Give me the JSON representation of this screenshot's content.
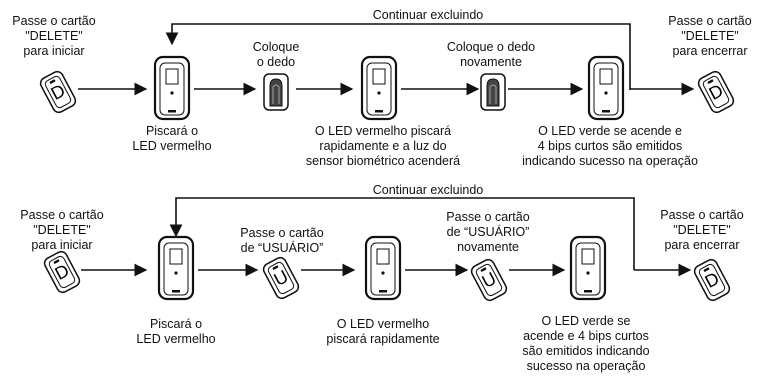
{
  "row1": {
    "loop_label": "Continuar excluindo",
    "start": [
      "Passe o cartão",
      "\"DELETE\"",
      "para iniciar"
    ],
    "place_finger": [
      "Coloque",
      "o dedo"
    ],
    "place_finger_again": [
      "Coloque o dedo",
      "novamente"
    ],
    "end": [
      "Passe o cartão",
      "\"DELETE\"",
      "para encerrar"
    ],
    "reader1": [
      "Piscará o",
      "LED vermelho"
    ],
    "reader2": [
      "O LED vermelho piscará",
      "rapidamente e a luz do",
      "sensor biométrico acenderá"
    ],
    "reader3": [
      "O LED verde se acende e",
      "4 bips curtos são emitidos",
      "indicando sucesso na operação"
    ]
  },
  "row2": {
    "loop_label": "Continuar excluindo",
    "start": [
      "Passe o cartão",
      "\"DELETE\"",
      "para iniciar"
    ],
    "user_card": [
      "Passe o cartão",
      "de “USUÁRIO”"
    ],
    "user_card_again": [
      "Passe o cartão",
      "de “USUÁRIO”",
      "novamente"
    ],
    "end": [
      "Passe o cartão",
      "\"DELETE\"",
      "para encerrar"
    ],
    "reader1": [
      "Piscará o",
      "LED vermelho"
    ],
    "reader2": [
      "O LED vermelho",
      "piscará rapidamente"
    ],
    "reader3": [
      "O LED verde se",
      "acende e  4 bips curtos",
      "são emitidos indicando",
      "sucesso na operação"
    ]
  },
  "card_letters": {
    "delete": "D",
    "user": "U"
  }
}
